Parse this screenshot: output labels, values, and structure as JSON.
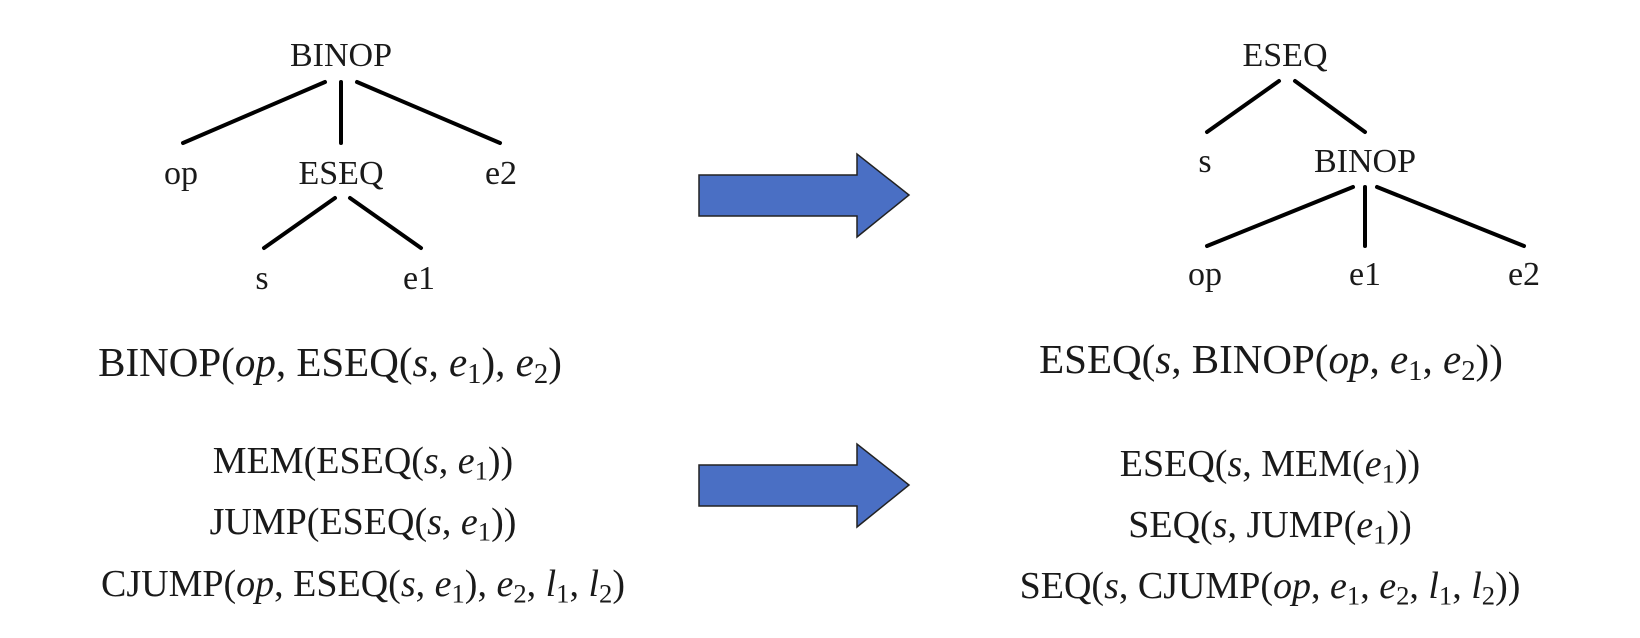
{
  "left_tree": {
    "root": "BINOP",
    "children": [
      "op",
      "ESEQ",
      "e2"
    ],
    "eseq_children": [
      "s",
      "e1"
    ]
  },
  "right_tree": {
    "root": "ESEQ",
    "children": [
      "s",
      "BINOP"
    ],
    "binop_children": [
      "op",
      "e1",
      "e2"
    ]
  },
  "arrow_color": "#4a6fc4",
  "formulas": {
    "top_left": "BINOP(op, ESEQ(s, e1), e2)",
    "top_right": "ESEQ(s, BINOP(op, e1, e2))",
    "bottom_left": [
      "MEM(ESEQ(s, e1))",
      "JUMP(ESEQ(s, e1))",
      "CJUMP(op, ESEQ(s, e1), e2, l1, l2)"
    ],
    "bottom_right": [
      "ESEQ(s, MEM(e1))",
      "SEQ(s, JUMP(e1))",
      "SEQ(s, CJUMP(op, e1, e2, l1, l2))"
    ]
  }
}
